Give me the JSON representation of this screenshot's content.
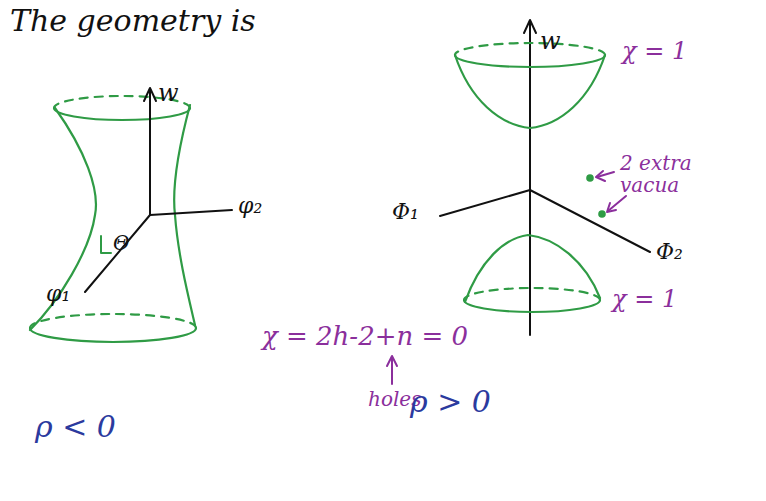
{
  "diagram": {
    "title": "The geometry is",
    "labels": [
      "w",
      "φ₂",
      "φ₁",
      "Θ",
      "χ = 2h-2+n = 0",
      "holes",
      "ρ < 0",
      "ρ > 0",
      "w",
      "χ = 1",
      "Φ₁",
      "Φ₂",
      "2 extra vacua",
      "χ = 1"
    ]
  }
}
